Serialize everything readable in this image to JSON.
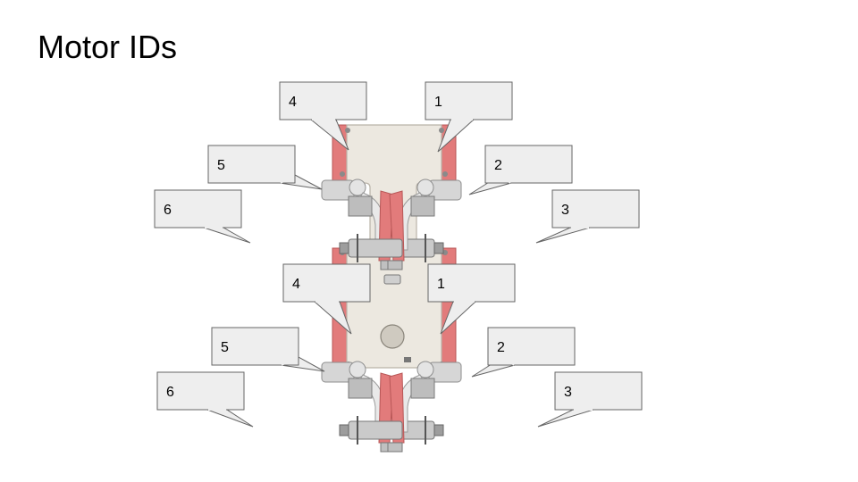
{
  "slide": {
    "title": "Motor IDs"
  },
  "colors": {
    "plate": "#ece8e0",
    "plate_edge": "#b9b3a8",
    "motor_red": "#e27b7b",
    "motor_red_dark": "#b85757",
    "servo_gray": "#8e8e8e",
    "servo_light": "#d6d6d6",
    "callout_fill": "#eeeeee",
    "callout_stroke": "#666666"
  },
  "callouts": [
    {
      "id": "top-4",
      "label": "4"
    },
    {
      "id": "top-1",
      "label": "1"
    },
    {
      "id": "top-5",
      "label": "5"
    },
    {
      "id": "top-2",
      "label": "2"
    },
    {
      "id": "top-6",
      "label": "6"
    },
    {
      "id": "top-3",
      "label": "3"
    },
    {
      "id": "bot-4",
      "label": "4"
    },
    {
      "id": "bot-1",
      "label": "1"
    },
    {
      "id": "bot-5",
      "label": "5"
    },
    {
      "id": "bot-2",
      "label": "2"
    },
    {
      "id": "bot-6",
      "label": "6"
    },
    {
      "id": "bot-3",
      "label": "3"
    }
  ]
}
